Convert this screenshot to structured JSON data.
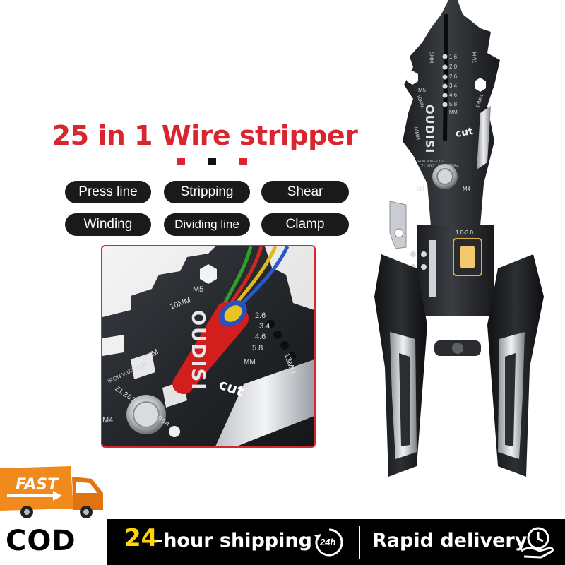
{
  "headline": "25 in 1 Wire stripper",
  "dot_colors": [
    "#d7262f",
    "#111111",
    "#d7262f"
  ],
  "features": [
    {
      "label": "Press line"
    },
    {
      "label": "Stripping"
    },
    {
      "label": "Shear"
    },
    {
      "label": "Winding"
    },
    {
      "label": "Dividing line"
    },
    {
      "label": "Clamp"
    }
  ],
  "tool": {
    "brand": "OUDISI",
    "cut_label": "cut",
    "gauge_sizes": [
      "1.6",
      "2.0",
      "2.6",
      "3.4",
      "4.6",
      "5.8"
    ],
    "gauge_unit": "MM",
    "hex_sizes": [
      "5MM",
      "7MM",
      "10MM",
      "13MM",
      "14MM"
    ],
    "bolt_labels": [
      "M4",
      "M4",
      "M5"
    ],
    "iron_wire_label": "IRON WIRE CUT",
    "serial": "ZL202122797964",
    "crimp_range": "1.0-3.0"
  },
  "closeup": {
    "brand": "OUDISI",
    "cut_label": "cut",
    "gauge_sizes": [
      "2.6",
      "3.4",
      "4.6",
      "5.8"
    ],
    "labels": [
      "M5",
      "10MM",
      "14MM",
      "13MM",
      "MM",
      "M4"
    ],
    "iron_wire_label": "IRON WIRE CUT",
    "serial": "ZL202122797964"
  },
  "badges": {
    "fast": "FAST",
    "cod": "COD"
  },
  "shipping": {
    "hours": "24",
    "suffix": "-hour shipping",
    "icon_text": "24h",
    "delivery": "Rapid delivery"
  },
  "colors": {
    "accent_red": "#d7262f",
    "truck_orange": "#f08a1c",
    "highlight_yellow": "#ffd400",
    "pill_bg": "#1a1a1a"
  }
}
